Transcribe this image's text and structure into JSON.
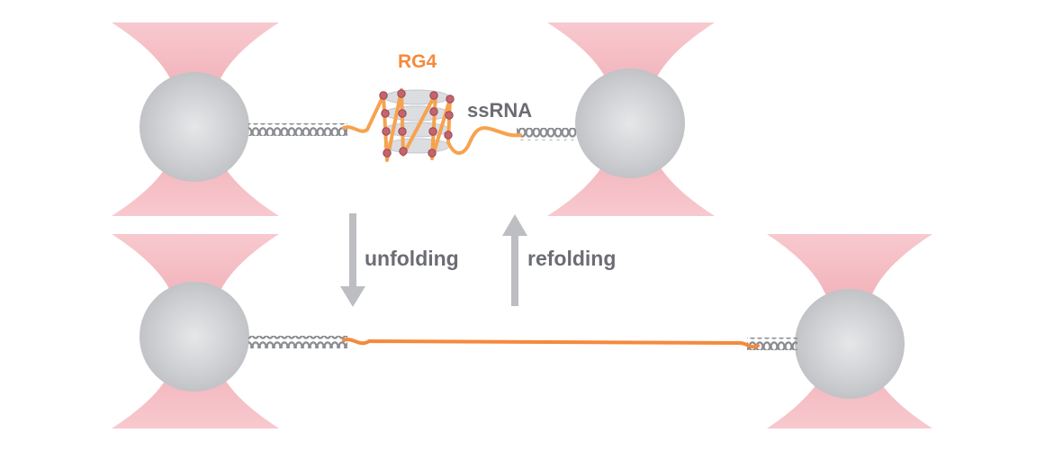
{
  "labels": {
    "rg4": "RG4",
    "ssrna": "ssRNA",
    "unfolding": "unfolding",
    "refolding": "refolding"
  },
  "colors": {
    "rna": "#f7a24e",
    "rna_label": "#f58a3c",
    "text_gray": "#6b6d72",
    "bead": "#cfd0d3",
    "trap": "#f6c0c6",
    "dna": "#8a8c90",
    "arrow": "#bcbec2",
    "guanine": "#c9626e",
    "tetrad": "#dcdde0"
  },
  "icons": {
    "bead": "microsphere-bead-icon",
    "trap": "optical-trap-cone-icon",
    "handle": "dna-handle-icon",
    "quadruplex": "g-quadruplex-icon",
    "arrow_down": "arrow-down-icon",
    "arrow_up": "arrow-up-icon"
  }
}
